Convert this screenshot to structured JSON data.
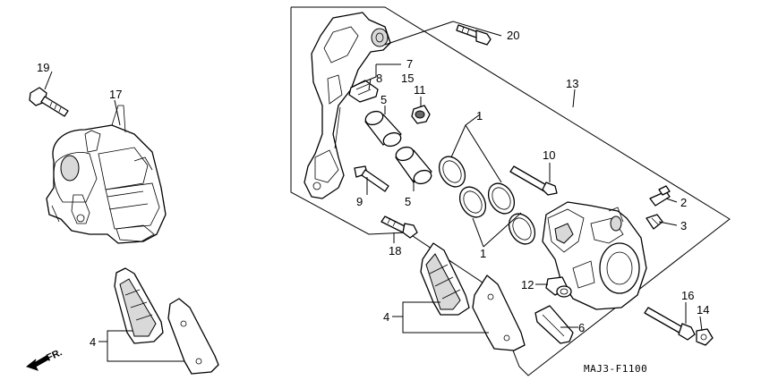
{
  "parts": {
    "p1a": "1",
    "p1b": "1",
    "p2": "2",
    "p3": "3",
    "p4a": "4",
    "p4b": "4",
    "p5a": "5",
    "p5b": "5",
    "p6": "6",
    "p7": "7",
    "p8": "8",
    "p9": "9",
    "p10": "10",
    "p11": "11",
    "p12": "12",
    "p13": "13",
    "p14": "14",
    "p15": "15",
    "p16": "16",
    "p17": "17",
    "p18": "18",
    "p19": "19",
    "p20": "20"
  },
  "diagram_code": "MAJ3-F1100",
  "direction_label": "FR."
}
